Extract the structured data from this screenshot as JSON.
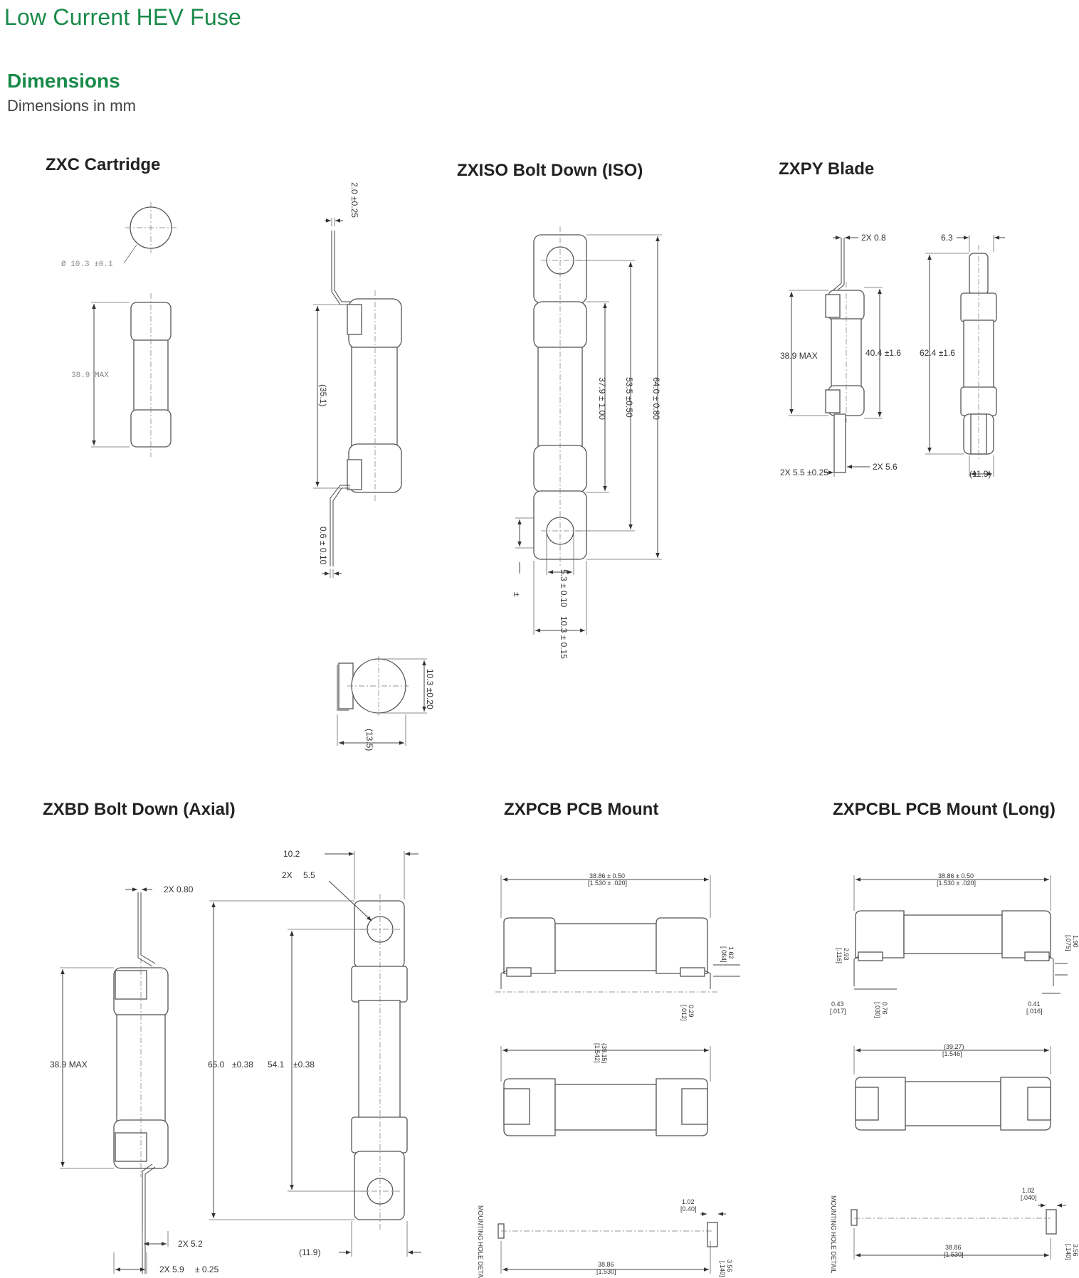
{
  "header": {
    "title": "Low Current HEV Fuse",
    "section_title": "Dimensions",
    "section_subtitle": "Dimensions in mm"
  },
  "parts": {
    "zxc": {
      "title": "ZXC Cartridge",
      "dims": {
        "diameter": "Ø 10.3 ±0.1",
        "length": "38.9 MAX",
        "tab_thickness": "2.0 ±0.25",
        "inner_length": "(35.1)",
        "lead_thickness": "0.6 ± 0.10",
        "end_height": "10.3 ±0.20",
        "end_width": "(13.5)"
      }
    },
    "zxiso": {
      "title": "ZXISO Bolt Down (ISO)",
      "dims": {
        "d1": "37.9 ± 1.00",
        "d2": "53.5 ±0.50",
        "d3": "64.0 ± 0.80",
        "hole": "5.3 ± 0.10",
        "width": "10.3 ± 0.15",
        "small": "±"
      }
    },
    "zxpy": {
      "title": "ZXPY Blade",
      "dims": {
        "blade_thk": "2X 0.8",
        "length": "38.9 MAX",
        "mid": "40.4 ±1.6",
        "blade_w": "2X 5.5 ±0.25",
        "blade_w2": "2X 5.6",
        "top_w": "6.3",
        "overall": "62.4 ±1.6",
        "side_w": "(11.9)"
      }
    },
    "zxbd": {
      "title": "ZXBD Bolt Down (Axial)",
      "dims": {
        "thk": "2X 0.80",
        "length": "38.9 MAX",
        "w1": "2X 5.2",
        "w2": "2X 5.9",
        "w2_tol": "± 0.25",
        "top_w": "10.2",
        "hole": "2X",
        "hole_val": "5.5",
        "overall": "65.0",
        "overall_tol": "±0.38",
        "pitch": "54.1",
        "pitch_tol": "±0.38",
        "side": "(11.9)"
      }
    },
    "zxpcb": {
      "title": "ZXPCB PCB Mount",
      "dims": {
        "len": "38.86 ± 0.50",
        "len_in": "[1.530 ± .020]",
        "h1": "1.62",
        "h1_in": "[.064]",
        "t1": "0.29",
        "t1_in": "[.012]",
        "mid": "(39.15)",
        "mid_in": "[1.542]",
        "side_note": "MOUNTING HOLE DETAIL",
        "hole": "1.02",
        "hole_in": "[0.40]",
        "pitch": "38.86",
        "pitch_in": "[1.530]",
        "pad": "3.56",
        "pad_in": "[.140]"
      }
    },
    "zxpcbl": {
      "title": "ZXPCBL PCB Mount (Long)",
      "dims": {
        "len": "38.86 ± 0.50",
        "len_in": "[1.530 ± .020]",
        "h1": "2.93",
        "h1_in": "[.116]",
        "h2": "1.90",
        "h2_in": "[.075]",
        "t1": "0.43",
        "t1_in": "[.017]",
        "t2": "0.76",
        "t2_in": "[.030]",
        "t3": "0.41",
        "t3_in": "[.016]",
        "mid": "(39.27)",
        "mid_in": "[1.546]",
        "side_note": "MOUNTING HOLE DETAIL",
        "hole": "1.02",
        "hole_in": "[.040]",
        "pitch": "38.86",
        "pitch_in": "[1.530]",
        "pad": "3.56",
        "pad_in": "[.140]"
      }
    }
  }
}
